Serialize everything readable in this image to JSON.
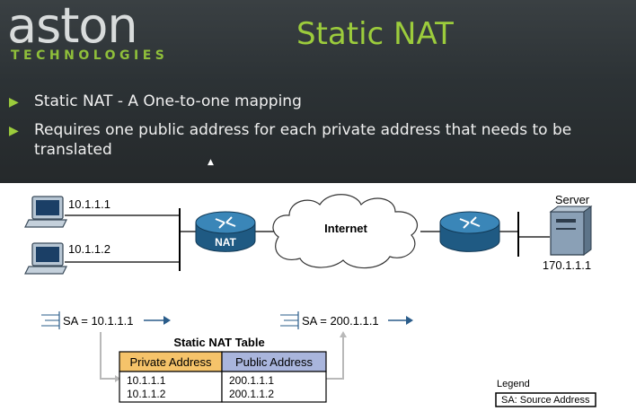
{
  "logo": {
    "word": "aston",
    "subtitle": "TECHNOLOGIES"
  },
  "slide": {
    "title": "Static NAT",
    "bullets": [
      "Static NAT - A One-to-one mapping",
      "Requires one public address for each private address that needs to be translated"
    ]
  },
  "diagram": {
    "hosts": [
      "10.1.1.1",
      "10.1.1.2"
    ],
    "router_nat_label": "NAT",
    "cloud_label": "Internet",
    "server_label": "Server",
    "server_ip": "170.1.1.1",
    "packet_left": "SA = 10.1.1.1",
    "packet_right": "SA = 200.1.1.1",
    "table": {
      "title": "Static NAT Table",
      "headers": [
        "Private Address",
        "Public Address"
      ],
      "rows": [
        [
          "10.1.1.1",
          "200.1.1.1"
        ],
        [
          "10.1.1.2",
          "200.1.1.2"
        ]
      ]
    },
    "legend_title": "Legend",
    "legend_text": "SA: Source Address"
  },
  "colors": {
    "accent": "#9ccc3c",
    "private_header": "#f5c36a",
    "public_header": "#a9b5dc",
    "router": "#2a6d9a"
  }
}
